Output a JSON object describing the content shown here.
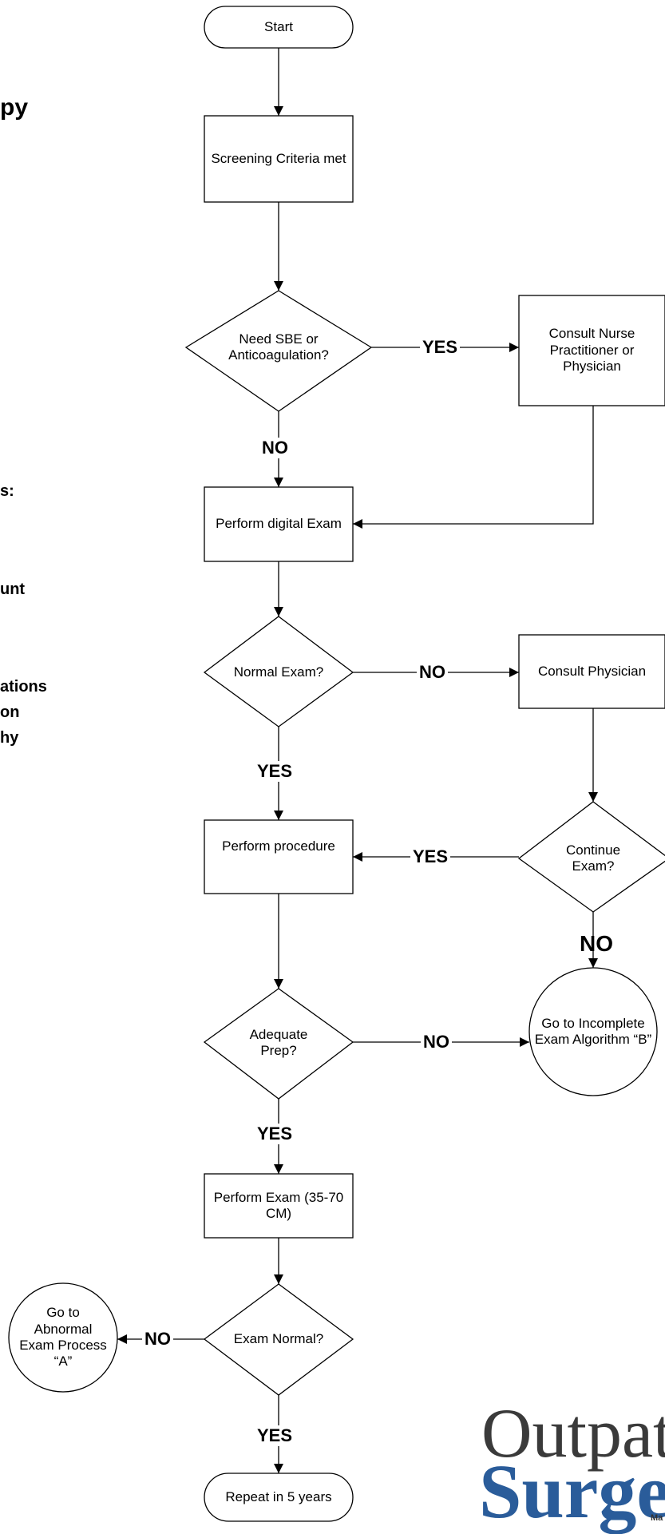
{
  "nodes": {
    "start": "Start",
    "screening": "Screening Criteria met",
    "need_sbe": "Need SBE or Anticoagulation?",
    "consult_np": "Consult Nurse Practitioner or Physician",
    "digital_exam": "Perform digital Exam",
    "normal_exam": "Normal Exam?",
    "consult_physician": "Consult Physician",
    "perform_procedure": "Perform procedure",
    "continue_exam": "Continue Exam?",
    "incomplete": "Go to Incomplete Exam Algorithm “B”",
    "adequate_prep": "Adequate Prep?",
    "perform_exam": "Perform Exam (35-70 CM)",
    "exam_normal": "Exam Normal?",
    "abnormal": "Go to Abnormal Exam Process “A”",
    "repeat": "Repeat in 5 years"
  },
  "edge_labels": {
    "sbe_yes": "YES",
    "sbe_no": "NO",
    "normal_no": "NO",
    "normal_yes": "YES",
    "continue_yes": "YES",
    "continue_no": "NO",
    "prep_no": "NO",
    "prep_yes": "YES",
    "exam_no": "NO",
    "exam_yes": "YES"
  },
  "side_fragments": {
    "f1": "py",
    "f2": "s:",
    "f3": "unt",
    "f4": "ations",
    "f5": "on",
    "f6": "hy"
  },
  "logo": {
    "line1": "Outpati",
    "line2": "Surge",
    "line3": "Ma"
  }
}
